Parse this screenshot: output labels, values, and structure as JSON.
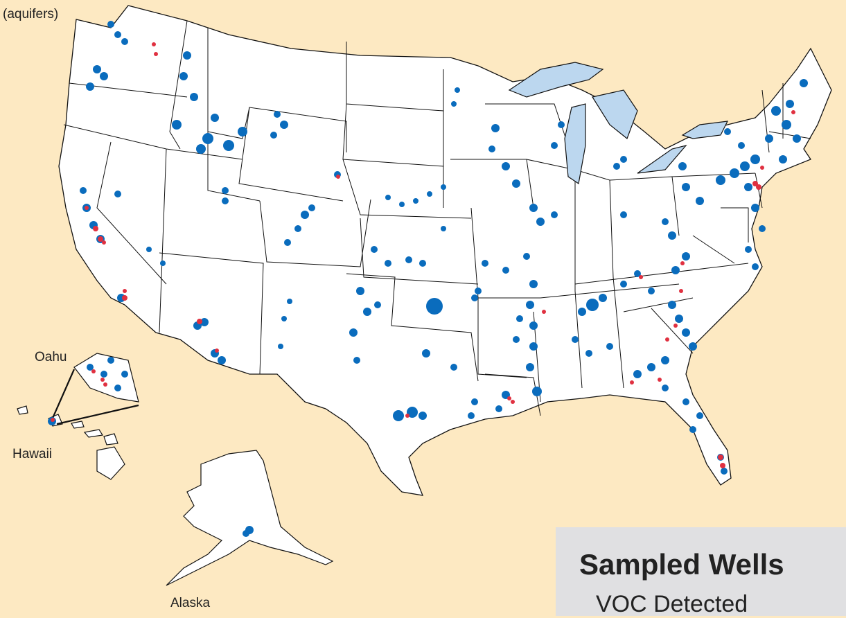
{
  "labels": {
    "corner": "(aquifers)",
    "oahu": "Oahu",
    "hawaii": "Hawaii",
    "alaska": "Alaska"
  },
  "legend": {
    "title": "Sampled Wells",
    "subtitle": "VOC Detected"
  },
  "colors": {
    "background": "#fde9c2",
    "land": "#ffffff",
    "lakes": "#bcd7ef",
    "well_dot": "#0a6cbd",
    "voc_dot": "#e03040",
    "legend_bg": "#e0e0e2"
  }
}
